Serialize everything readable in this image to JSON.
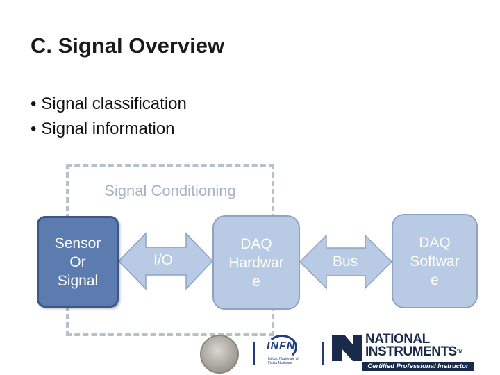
{
  "slide": {
    "title": "C. Signal Overview",
    "bullets": [
      "Signal classification",
      "Signal information"
    ],
    "bullet_char": "•"
  },
  "diagram": {
    "group_label": "Signal Conditioning",
    "nodes": {
      "sensor": "Sensor\nOr\nSignal",
      "hardware": "DAQ\nHardwar\ne",
      "software": "DAQ\nSoftwar\ne"
    },
    "links": {
      "io": "I/O",
      "bus": "Bus"
    },
    "colors": {
      "sensor_fill": "#5c7cb0",
      "node_fill": "#b9cbe4",
      "arrow_fill": "#b9cbe4",
      "dash_border": "#b8c0cc",
      "group_label": "#a7b3c6"
    }
  },
  "footer": {
    "infn_logo": "INFN",
    "infn_tagline": "Istituto Nazionale di Fisica Nucleare",
    "ni_logo": "NATIONAL\nINSTRUMENTS",
    "ni_tm": "TM",
    "ni_badge": "Certified Professional Instructor"
  }
}
